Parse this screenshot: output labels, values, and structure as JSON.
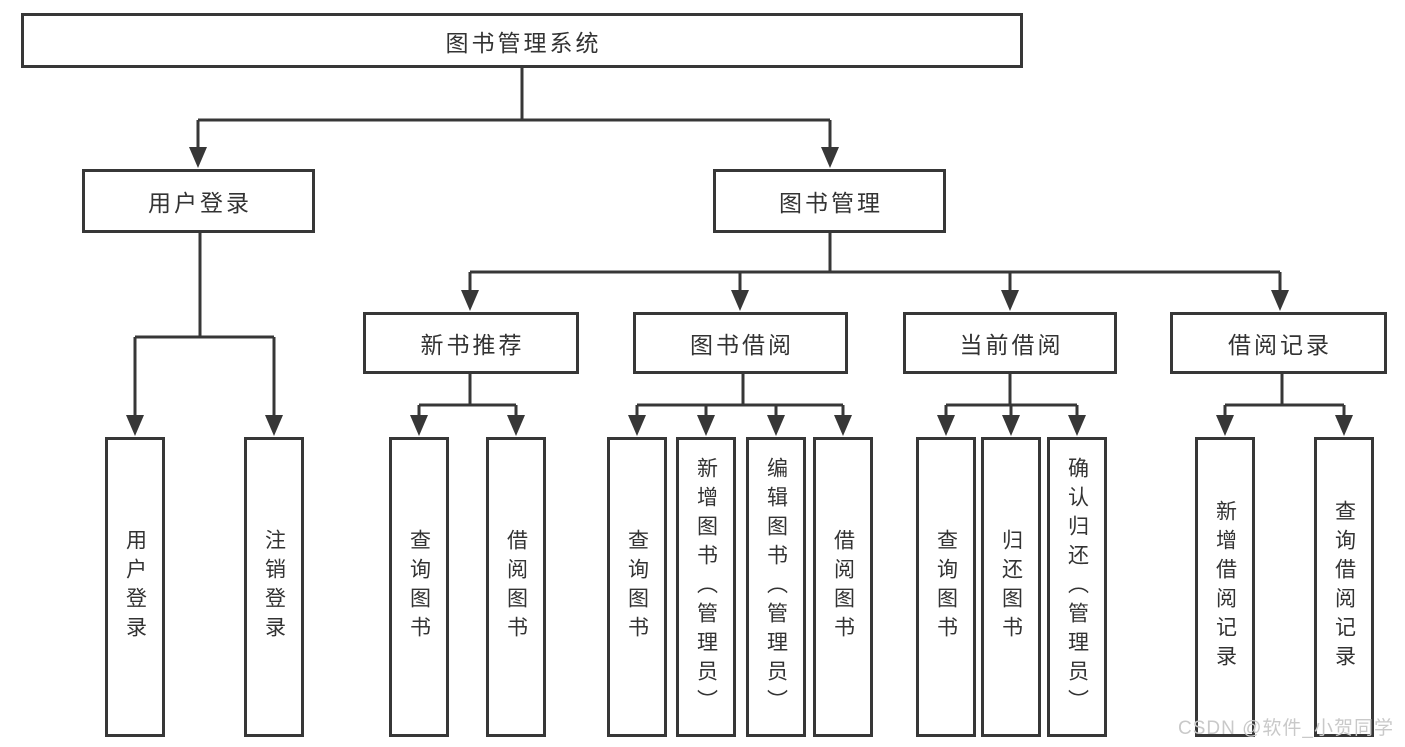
{
  "page": {
    "watermark": "CSDN @软件_小贺同学"
  },
  "colors": {
    "line": "#373737",
    "box_border": "#373737",
    "box_fill": "#ffffff",
    "text": "#333333",
    "watermark": "#c9c9c9",
    "background": "#ffffff"
  },
  "tree": {
    "root": {
      "label": "图书管理系统"
    },
    "branches": [
      {
        "label": "用户登录",
        "children": [
          {
            "label": "用户登录"
          },
          {
            "label": "注销登录"
          }
        ]
      },
      {
        "label": "图书管理",
        "children": [
          {
            "label": "新书推荐",
            "children": [
              {
                "label": "查询图书"
              },
              {
                "label": "借阅图书"
              }
            ]
          },
          {
            "label": "图书借阅",
            "children": [
              {
                "label": "查询图书"
              },
              {
                "label": "新增图书（管理员）"
              },
              {
                "label": "编辑图书（管理员）"
              },
              {
                "label": "借阅图书"
              }
            ]
          },
          {
            "label": "当前借阅",
            "children": [
              {
                "label": "查询图书"
              },
              {
                "label": "归还图书"
              },
              {
                "label": "确认归还（管理员）"
              }
            ]
          },
          {
            "label": "借阅记录",
            "children": [
              {
                "label": "新增借阅记录"
              },
              {
                "label": "查询借阅记录"
              }
            ]
          }
        ]
      }
    ]
  }
}
